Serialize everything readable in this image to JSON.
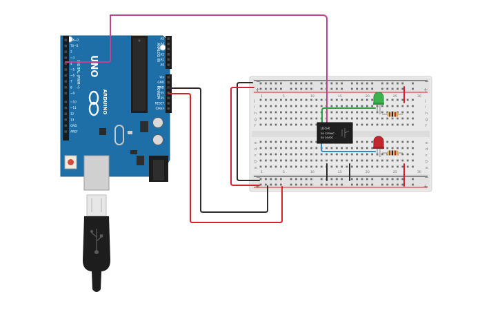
{
  "arduino": {
    "brand_name": "UNO",
    "logo_text": "ARDUINO",
    "digital_label": "DIGITAL (PWM~)",
    "power_label": "POWER",
    "analog_label": "ANALOG IN",
    "left_header_pins": [
      "AREF",
      "GND",
      "13",
      "12",
      "~11",
      "~10",
      "~9",
      "8",
      "7",
      "~6",
      "~5",
      "4",
      "~3",
      "2",
      "TX→1",
      "RX←0"
    ],
    "power_pins": [
      "IOREF",
      "RESET",
      "3.3V",
      "5V",
      "GND",
      "GND",
      "Vin"
    ],
    "analog_pins": [
      "A0",
      "A1",
      "A2",
      "A3",
      "A4",
      "A5"
    ]
  },
  "relay": {
    "model_line": "LU-5-R",
    "rating_line_1": "2A 125VAC",
    "rating_line_2": "3A 24VDC"
  },
  "breadboard": {
    "row_letters_top": [
      "j",
      "i",
      "h",
      "g",
      "f"
    ],
    "row_letters_bottom": [
      "e",
      "d",
      "c",
      "b",
      "a"
    ],
    "rail_plus": "+",
    "rail_minus": "−",
    "column_numbers": [
      "1",
      "5",
      "10",
      "15",
      "20",
      "25",
      "30"
    ]
  },
  "components": {
    "led_green_color": "#3bb34a",
    "led_red_color": "#c4262e"
  },
  "wire_colors": {
    "magenta": "#c0428a",
    "red": "#d2232a",
    "black": "#2b2b2b",
    "green": "#2e9e3e",
    "blue": "#2a8fc7"
  }
}
